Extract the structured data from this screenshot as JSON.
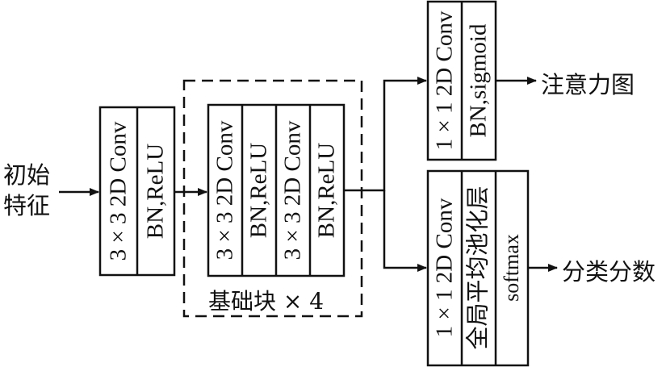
{
  "input": {
    "line1": "初始",
    "line2": "特征"
  },
  "stem": {
    "conv": "3 × 3 2D Conv",
    "bn": "BN,ReLU"
  },
  "basic_block": {
    "label": "基础块 × 4",
    "layers": [
      {
        "conv": "3 × 3 2D Conv",
        "bn": "BN,ReLU"
      },
      {
        "conv": "3 × 3 2D Conv",
        "bn": "BN,ReLU"
      }
    ]
  },
  "attention_head": {
    "conv": "1 × 1 2D Conv",
    "bn": "BN,sigmoid",
    "output": "注意力图"
  },
  "classification_head": {
    "conv": "1 × 1 2D Conv",
    "pool": "全局平均池化层",
    "act": "softmax",
    "output": "分类分数"
  }
}
